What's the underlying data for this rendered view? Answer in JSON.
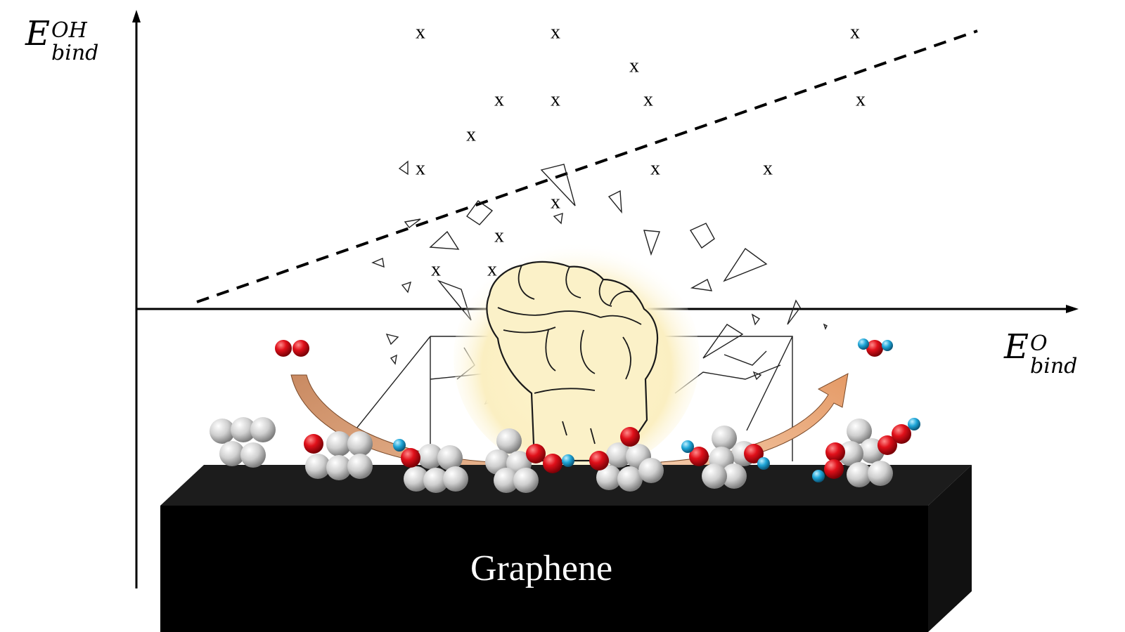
{
  "y_axis_label": {
    "base": "E",
    "sup": "OH",
    "sub": "bind"
  },
  "x_axis_label": {
    "base": "E",
    "sup": "O",
    "sub": "bind"
  },
  "substrate_label": "Graphene",
  "marker_symbol": "x",
  "colors": {
    "oxygen": "#e0101a",
    "hydrogen": "#1fa6d8",
    "metal": "#d4d4d4",
    "substrate": "#000000",
    "arrow": "#d9946a",
    "fist_glow": "#fdf3c8"
  },
  "icons": [
    "fist-icon",
    "shattered-glass-icon",
    "arrow-icon"
  ]
}
